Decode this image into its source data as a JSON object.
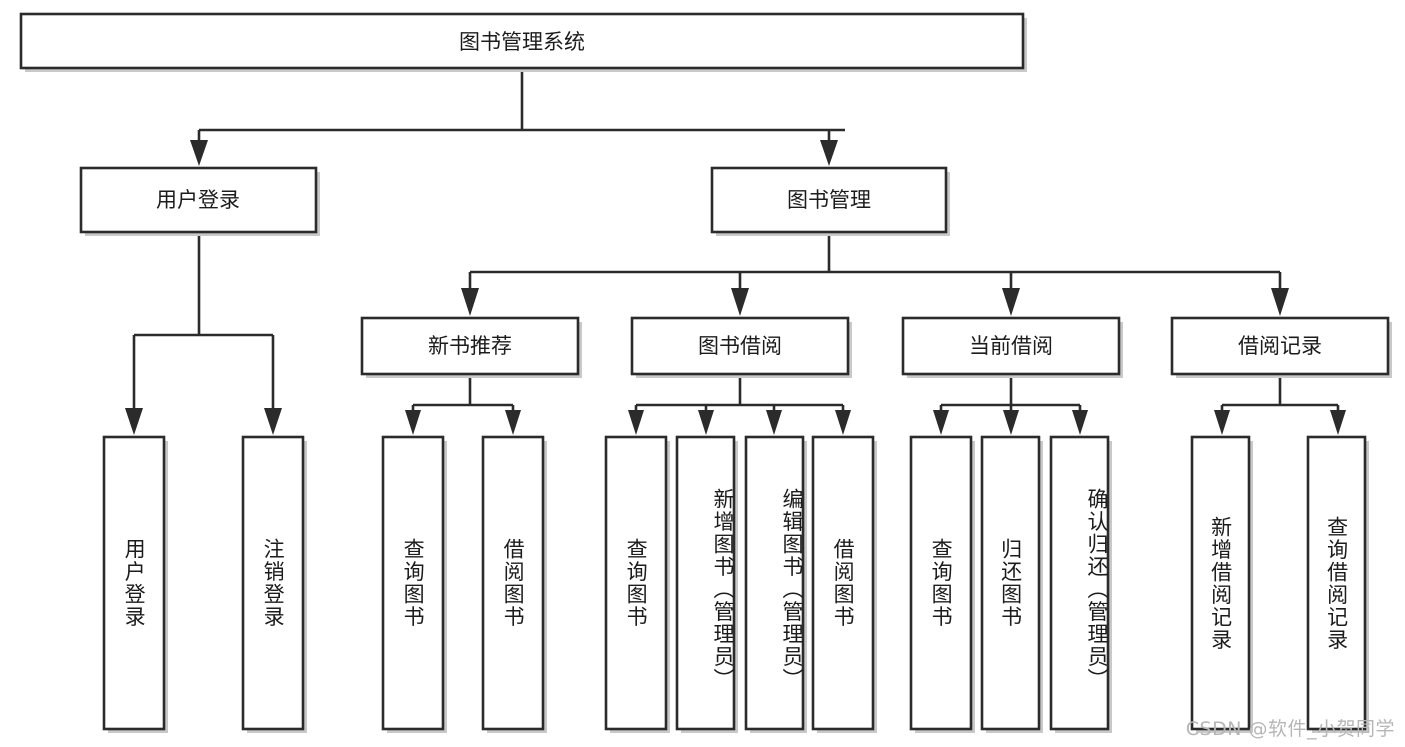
{
  "diagram": {
    "type": "tree-hierarchy-flowchart",
    "title": "图书管理系统",
    "root": {
      "id": "root",
      "label": "图书管理系统"
    },
    "level1": [
      {
        "id": "user-login",
        "label": "用户登录"
      },
      {
        "id": "book-management",
        "label": "图书管理"
      }
    ],
    "level2": [
      {
        "id": "new-book-recommend",
        "label": "新书推荐",
        "parent": "book-management"
      },
      {
        "id": "book-borrow",
        "label": "图书借阅",
        "parent": "book-management"
      },
      {
        "id": "current-borrow",
        "label": "当前借阅",
        "parent": "book-management"
      },
      {
        "id": "borrow-record",
        "label": "借阅记录",
        "parent": "book-management"
      }
    ],
    "leaves": [
      {
        "id": "leaf-user-login",
        "label": "用户登录",
        "parent": "user-login"
      },
      {
        "id": "leaf-logout-login",
        "label": "注销登录",
        "parent": "user-login"
      },
      {
        "id": "leaf-query-book-1",
        "label": "查询图书",
        "parent": "new-book-recommend"
      },
      {
        "id": "leaf-borrow-book-1",
        "label": "借阅图书",
        "parent": "new-book-recommend"
      },
      {
        "id": "leaf-query-book-2",
        "label": "查询图书",
        "parent": "book-borrow"
      },
      {
        "id": "leaf-add-book-admin",
        "label": "新增图书（管理员）",
        "parent": "book-borrow"
      },
      {
        "id": "leaf-edit-book-admin",
        "label": "编辑图书（管理员）",
        "parent": "book-borrow"
      },
      {
        "id": "leaf-borrow-book-2",
        "label": "借阅图书",
        "parent": "book-borrow"
      },
      {
        "id": "leaf-query-book-3",
        "label": "查询图书",
        "parent": "current-borrow"
      },
      {
        "id": "leaf-return-book",
        "label": "归还图书",
        "parent": "current-borrow"
      },
      {
        "id": "leaf-confirm-return-admin",
        "label": "确认归还（管理员）",
        "parent": "current-borrow"
      },
      {
        "id": "leaf-add-borrow-record",
        "label": "新增借阅记录",
        "parent": "borrow-record"
      },
      {
        "id": "leaf-query-borrow-record",
        "label": "查询借阅记录",
        "parent": "borrow-record"
      }
    ],
    "watermark": "CSDN @软件_小贺同学",
    "colors": {
      "box_fill": "#ffffff",
      "box_stroke": "#2b2b2b",
      "text": "#1c1c1c",
      "shadow": "#c9c9c9",
      "watermark": "#b6b6b6",
      "background": "#ffffff"
    }
  }
}
